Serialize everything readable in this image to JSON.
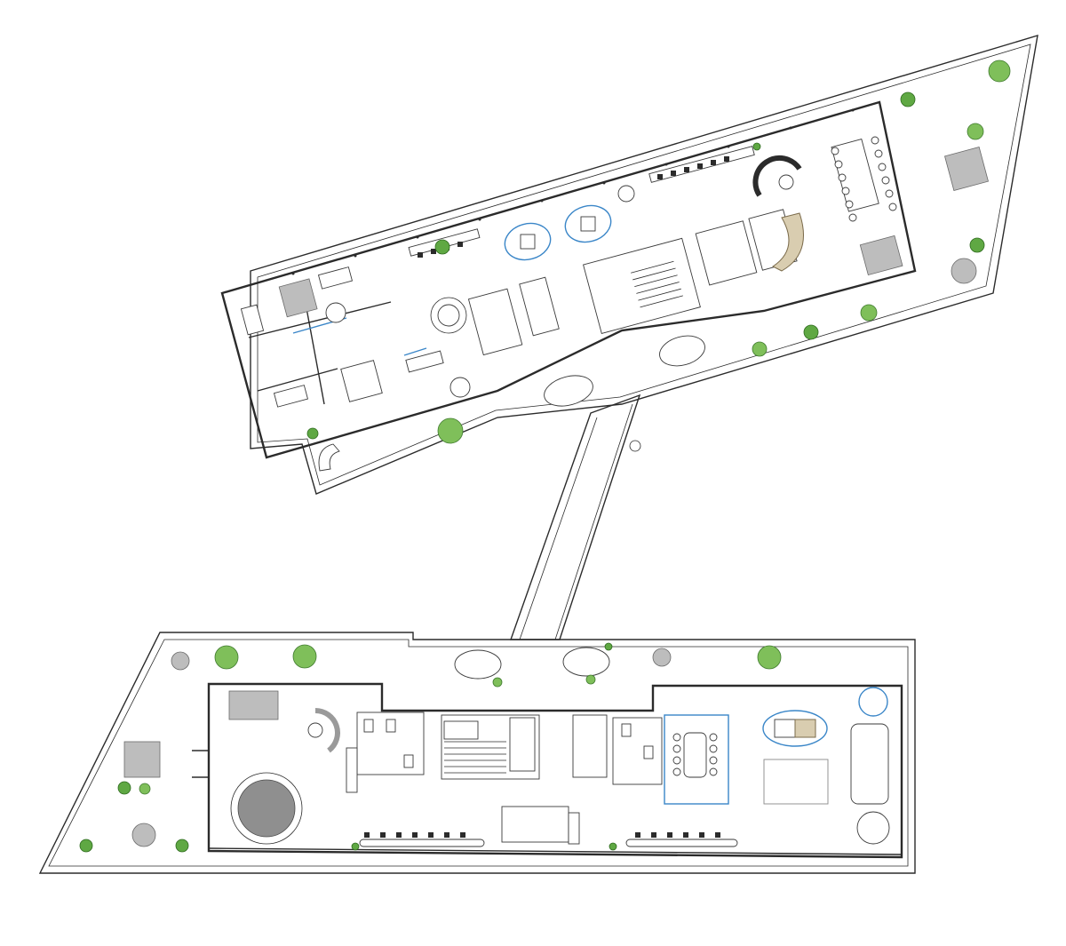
{
  "drawing": {
    "type": "architectural-floor-plan",
    "levels": [
      "upper-wing",
      "bridge",
      "lower-wing"
    ],
    "colors": {
      "wall": "#2b2b2b",
      "hatch": "#9a9a9a",
      "furniture_fill": "#ffffff",
      "grey_fill": "#bdbdbd",
      "accent_blue": "#3a86c8",
      "plant_green": "#7fbf5a",
      "reception_tan": "#d9cdb0"
    },
    "icons": [
      "plant-icon",
      "chair-icon",
      "table-icon",
      "sofa-icon",
      "stair-icon",
      "toilet-icon"
    ]
  }
}
